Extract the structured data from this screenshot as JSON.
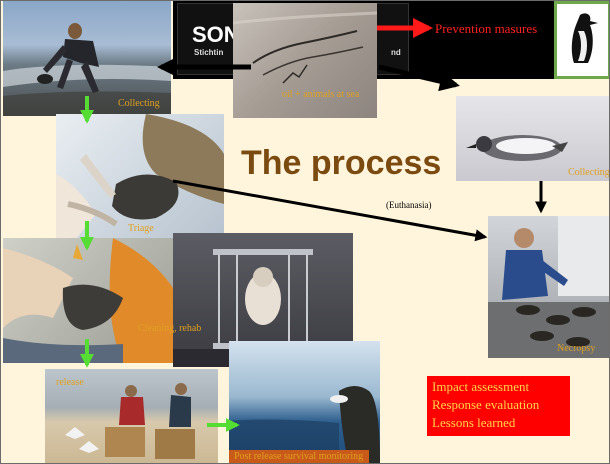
{
  "slide": {
    "title": "The process",
    "header_logo": {
      "text": "SON",
      "subtext_left": "Stichtin",
      "subtext_right": "nd"
    },
    "prevention_label": "Prevention masures",
    "euthanasia_label": "(Euthanasia)",
    "captions": {
      "collecting_beach": "Collecting",
      "oil_animals": "oil + animals at sea",
      "collecting_bird": "Collecting",
      "triage": "Triage",
      "cleaning": "Cleaning, rehab",
      "necropsy": "Necropsy",
      "release": "release",
      "post_release": "Post release survival monitoring"
    },
    "outcomes": [
      "Impact assessment",
      "Response evaluation",
      "Lessons learned"
    ]
  },
  "colors": {
    "background": "#fff5dc",
    "title": "#7a4a10",
    "caption": "#e0a020",
    "green_arrow": "#55dd33",
    "red_arrow": "#ff1a1a",
    "black_arrow": "#000000",
    "outcome_box": "#ff0000",
    "outcome_text": "#ffd54a"
  }
}
